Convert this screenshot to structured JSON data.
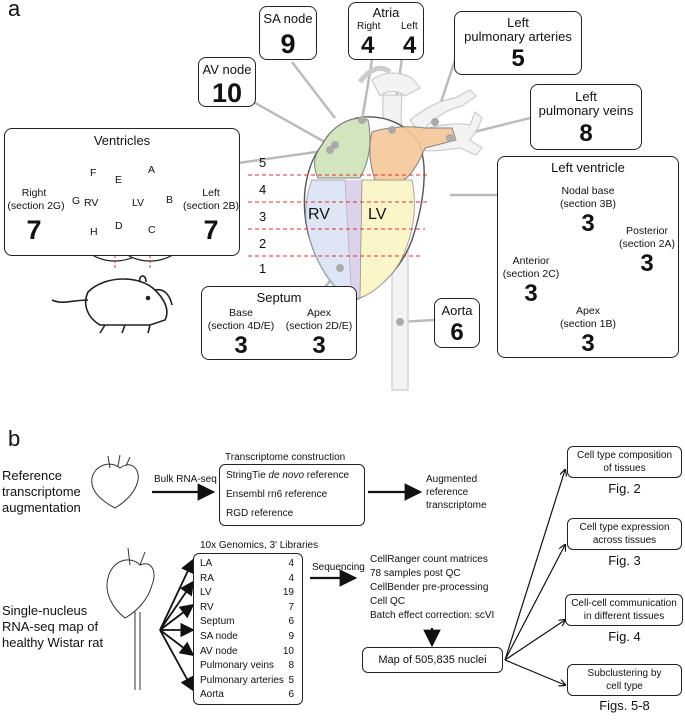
{
  "panel_a": {
    "label": "a",
    "sa_node": {
      "title": "SA node",
      "count": "9"
    },
    "atria": {
      "title": "Atria",
      "right": "Right",
      "left": "Left",
      "right_count": "4",
      "left_count": "4"
    },
    "left_pulm_arteries": {
      "title_line1": "Left",
      "title_line2": "pulmonary arteries",
      "count": "5"
    },
    "av_node": {
      "title": "AV node",
      "count": "10"
    },
    "left_pulm_veins": {
      "title_line1": "Left",
      "title_line2": "pulmonary veins",
      "count": "8"
    },
    "ventricles": {
      "title": "Ventricles",
      "right_label": "Right",
      "right_section": "(section 2G)",
      "right_count": "7",
      "left_label": "Left",
      "left_section": "(section 2B)",
      "left_count": "7",
      "letters": [
        "A",
        "B",
        "C",
        "D",
        "E",
        "F",
        "G",
        "H"
      ],
      "rv": "RV",
      "lv": "LV"
    },
    "heart": {
      "rv": "RV",
      "lv": "LV",
      "levels": [
        "5",
        "4",
        "3",
        "2",
        "1"
      ]
    },
    "left_ventricle": {
      "title": "Left ventricle",
      "nodal_base": "Nodal base",
      "nodal_base_section": "(section 3B)",
      "nodal_base_count": "3",
      "posterior": "Posterior",
      "posterior_section": "(section 2A)",
      "posterior_count": "3",
      "anterior": "Anterior",
      "anterior_section": "(section 2C)",
      "anterior_count": "3",
      "apex": "Apex",
      "apex_section": "(section 1B)",
      "apex_count": "3"
    },
    "septum": {
      "title": "Septum",
      "base": "Base",
      "base_section": "(section 4D/E)",
      "base_count": "3",
      "apex": "Apex",
      "apex_section": "(section 2D/E)",
      "apex_count": "3"
    },
    "aorta": {
      "title": "Aorta",
      "count": "6"
    }
  },
  "panel_b": {
    "label": "b",
    "ref_title": [
      "Reference",
      "transcriptome",
      "augmentation"
    ],
    "bulk": "Bulk RNA-seq",
    "transcriptome_header": "Transcriptome construction",
    "stringtie_prefix": "StringTie ",
    "stringtie_italic": "de novo",
    "stringtie_suffix": " reference",
    "ensembl": "Ensembl rn6 reference",
    "rgd": "RGD reference",
    "augmented": [
      "Augmented",
      "reference",
      "transcriptome"
    ],
    "snrna_title": [
      "Single-nucleus",
      "RNA-seq map of",
      "healthy Wistar rat"
    ],
    "libraries_header": "10x Genomics, 3' Libraries",
    "tissues": [
      {
        "name": "LA",
        "count": "4"
      },
      {
        "name": "RA",
        "count": "4"
      },
      {
        "name": "LV",
        "count": "19"
      },
      {
        "name": "RV",
        "count": "7"
      },
      {
        "name": "Septum",
        "count": "6"
      },
      {
        "name": "SA node",
        "count": "9"
      },
      {
        "name": "AV node",
        "count": "10"
      },
      {
        "name": "Pulmonary veins",
        "count": "8"
      },
      {
        "name": "Pulmonary arteries",
        "count": "5"
      },
      {
        "name": "Aorta",
        "count": "6"
      }
    ],
    "sequencing": "Sequencing",
    "processing": [
      "CellRanger count matrices",
      "78 samples post QC",
      "CellBender pre-processing",
      "Cell QC",
      "Batch effect correction: scVI"
    ],
    "map": "Map of 505,835 nuclei",
    "outputs": [
      {
        "line1": "Cell type composition",
        "line2": "of tissues",
        "fig": "Fig. 2"
      },
      {
        "line1": "Cell type expression",
        "line2": "across tissues",
        "fig": "Fig. 3"
      },
      {
        "line1": "Cell-cell communication",
        "line2": "in different tissues",
        "fig": "Fig. 4"
      },
      {
        "line1": "Subclustering by",
        "line2": "cell type",
        "fig": "Figs. 5-8"
      }
    ]
  }
}
